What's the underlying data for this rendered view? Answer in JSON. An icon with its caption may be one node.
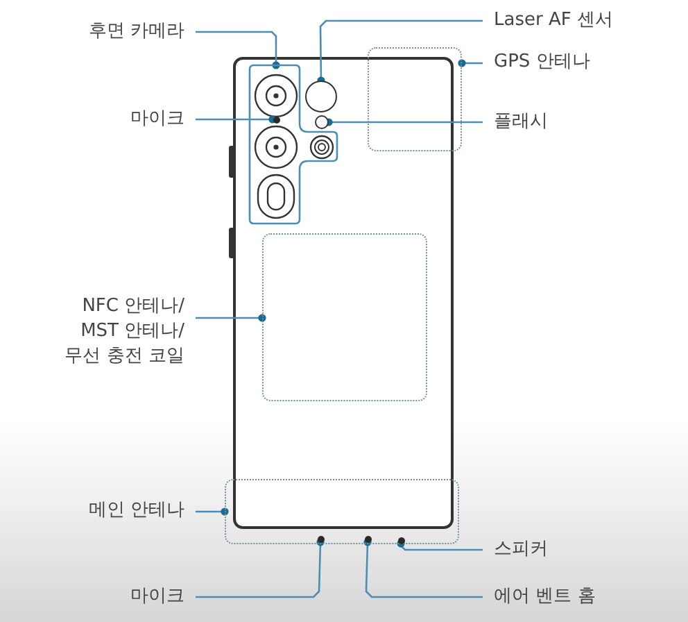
{
  "diagram": {
    "nodes": [
      {
        "text": [
          "후면 카메라"
        ]
      },
      {
        "text": [
          "Laser AF 센서"
        ]
      },
      {
        "text": [
          "GPS 안테나"
        ]
      },
      {
        "text": [
          "마이크"
        ]
      },
      {
        "text": [
          "플래시"
        ]
      },
      {
        "text": [
          "NFC 안테나/ MST 안테나/ 무선 충전 코일"
        ]
      },
      {
        "text": [
          "메인 안테나"
        ]
      },
      {
        "text": [
          "스피커"
        ]
      },
      {
        "text": [
          "마이크"
        ]
      },
      {
        "text": [
          "에어 벤트 홈"
        ]
      },
      {
        "text": [],
        "shape": "box"
      },
      {
        "text": [],
        "shape": "circle"
      },
      {
        "text": [],
        "shape": "box"
      },
      {
        "text": [],
        "shape": "circle"
      },
      {
        "text": [],
        "shape": "box"
      },
      {
        "text": [],
        "shape": "box"
      },
      {
        "text": [],
        "shape": "circle",
        "in": 10
      },
      {
        "text": [],
        "shape": "circle",
        "in": 15
      },
      {
        "text": [],
        "shape": "circle",
        "in": 15
      },
      {
        "text": [],
        "shape": "circle",
        "in": 15
      }
    ],
    "edges": [
      {
        "from": 0,
        "to": 10,
        "arrow": "other"
      },
      {
        "from": 1,
        "to": 11,
        "arrow": "other"
      },
      {
        "from": 2,
        "to": 12,
        "arrow": "other"
      },
      {
        "from": 3,
        "to": 16,
        "arrow": "other"
      },
      {
        "from": 4,
        "to": 13,
        "arrow": "other"
      },
      {
        "from": 5,
        "to": 14,
        "arrow": "other"
      },
      {
        "from": 6,
        "to": 15,
        "arrow": "other"
      },
      {
        "from": 7,
        "to": 19,
        "arrow": "other"
      },
      {
        "from": 8,
        "to": 17,
        "arrow": "other"
      },
      {
        "from": 9,
        "to": 18,
        "arrow": "other"
      }
    ]
  }
}
